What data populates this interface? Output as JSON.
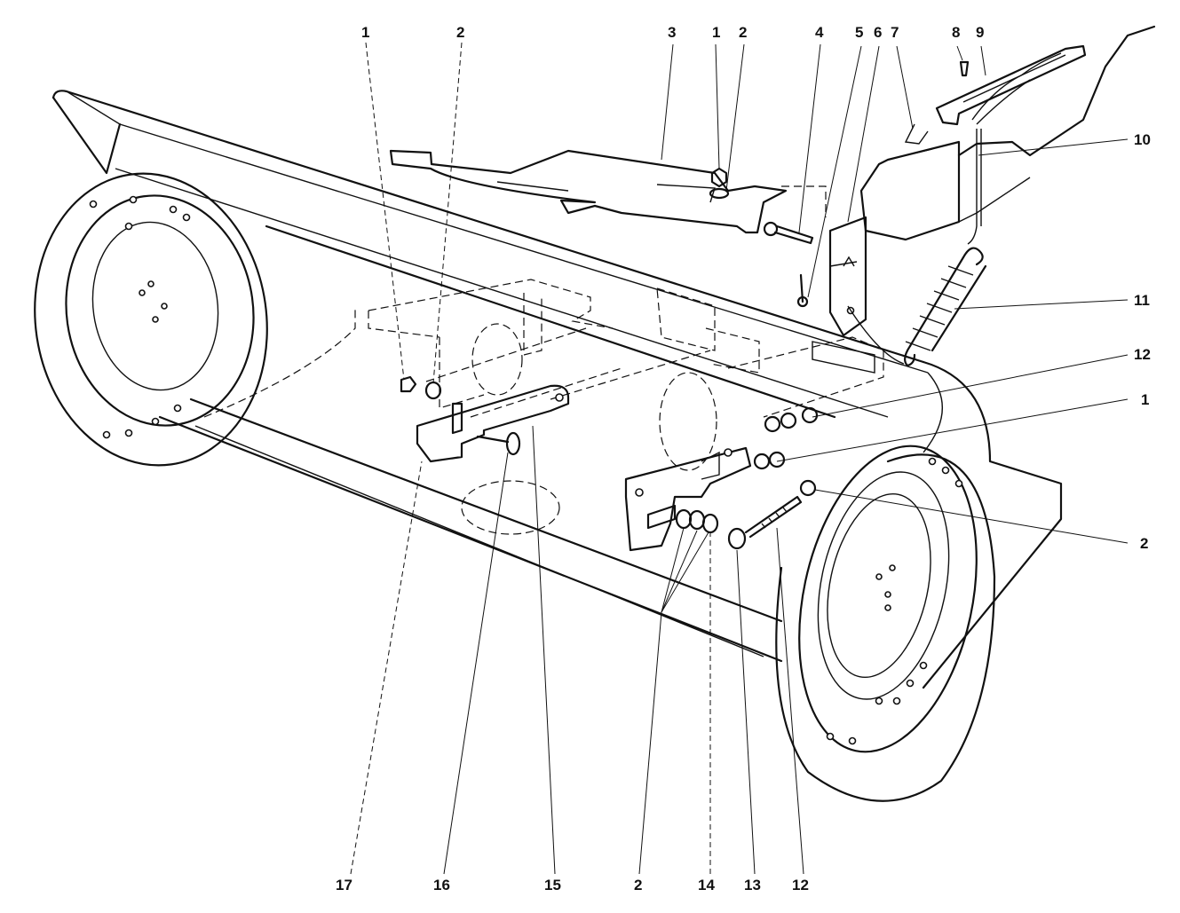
{
  "diagram": {
    "callouts": [
      {
        "id": "c1a",
        "text": "1"
      },
      {
        "id": "c2a",
        "text": "2"
      },
      {
        "id": "c3",
        "text": "3"
      },
      {
        "id": "c1b",
        "text": "1"
      },
      {
        "id": "c2b",
        "text": "2"
      },
      {
        "id": "c4",
        "text": "4"
      },
      {
        "id": "c5",
        "text": "5"
      },
      {
        "id": "c6",
        "text": "6"
      },
      {
        "id": "c7",
        "text": "7"
      },
      {
        "id": "c8",
        "text": "8"
      },
      {
        "id": "c9",
        "text": "9"
      },
      {
        "id": "c10",
        "text": "10"
      },
      {
        "id": "c11",
        "text": "11"
      },
      {
        "id": "c12a",
        "text": "12"
      },
      {
        "id": "c1c",
        "text": "1"
      },
      {
        "id": "c2c",
        "text": "2"
      },
      {
        "id": "c17",
        "text": "17"
      },
      {
        "id": "c16",
        "text": "16"
      },
      {
        "id": "c15",
        "text": "15"
      },
      {
        "id": "c2d",
        "text": "2"
      },
      {
        "id": "c14",
        "text": "14"
      },
      {
        "id": "c13",
        "text": "13"
      },
      {
        "id": "c12b",
        "text": "12"
      }
    ]
  }
}
